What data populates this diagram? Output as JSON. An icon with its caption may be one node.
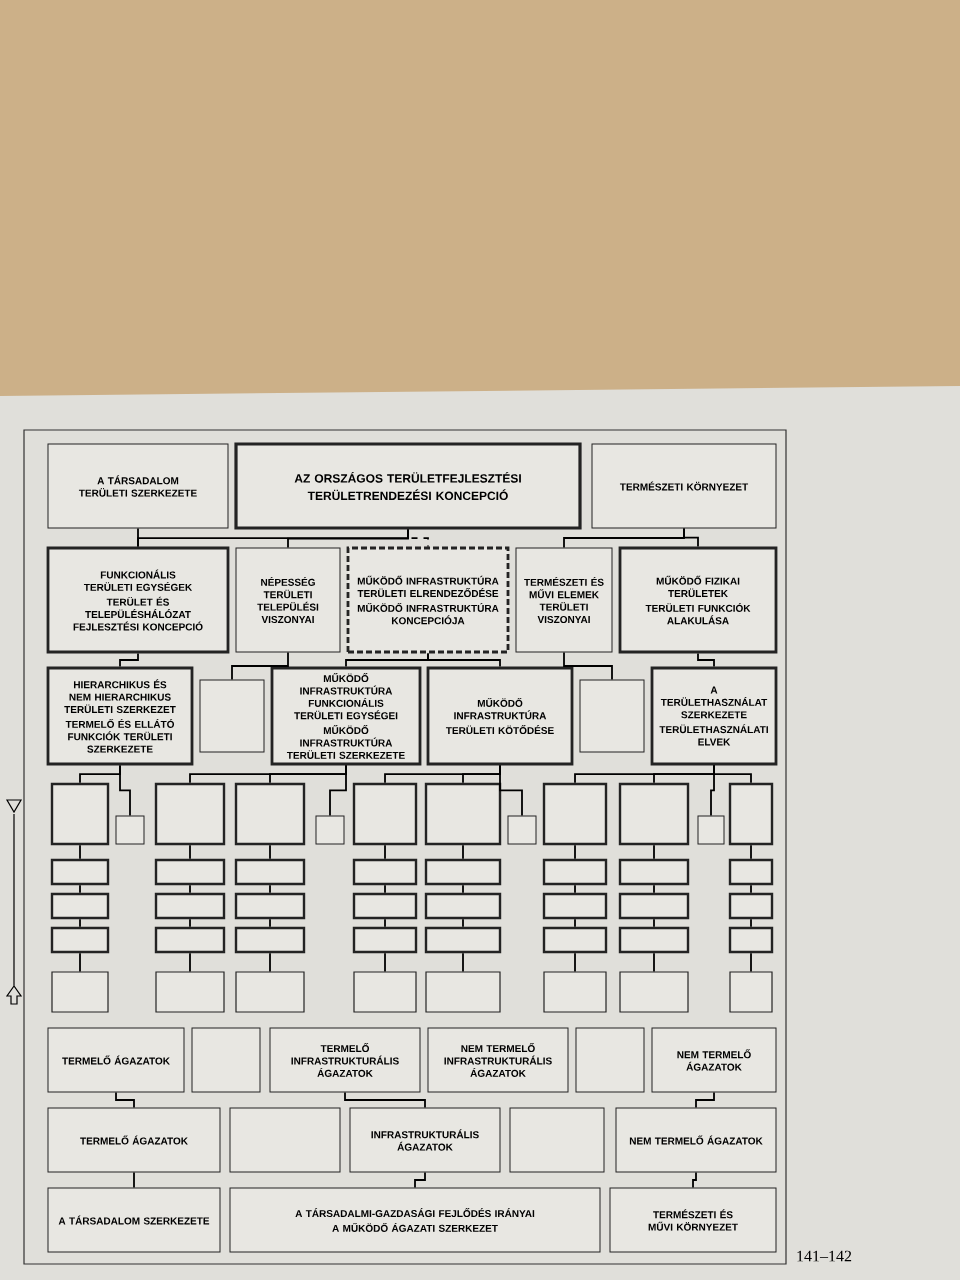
{
  "diagram": {
    "nodes": [
      {
        "text": [
          "A TÁRSADALOM TERÜLETI SZERKEZETE"
        ]
      },
      {
        "text": [
          "AZ ORSZÁGOS TERÜLETFEJLESZTÉSI",
          "TERÜLETRENDEZÉSI KONCEPCIÓ"
        ]
      },
      {
        "text": [
          "TERMÉSZETI KÖRNYEZET"
        ]
      },
      {
        "text": [
          "FUNKCIONÁLIS TERÜLETI EGYSÉGEK",
          "TERÜLET ÉS TELEPÜLÉSHÁLÓZAT FEJLESZTÉSI KONCEPCIÓ"
        ]
      },
      {
        "text": [
          "NÉPESSÉG TERÜLETI TELEPÜLÉSI VISZONYAI"
        ]
      },
      {
        "text": [
          "MŰKÖDŐ INFRASTRUKTÚRA TERÜLETI ELRENDEZŐDÉSE",
          "MŰKÖDŐ INFRASTRUKTÚRA KONCEPCIÓJA"
        ]
      },
      {
        "text": [
          "TERMÉSZETI ÉS MŰVI ELEMEK TERÜLETI VISZONYAI"
        ]
      },
      {
        "text": [
          "MŰKÖDŐ FIZIKAI TERÜLETEK",
          "TERÜLETI FUNKCIÓK ALAKULÁSA"
        ]
      },
      {
        "text": [
          "HIERARCHIKUS ÉS NEM HIERARCHIKUS TERÜLETI SZERKEZET",
          "TERMELŐ ÉS ELLÁTÓ FUNKCIÓK TERÜLETI SZERKEZETE"
        ]
      },
      {
        "text": [],
        "shape": "box"
      },
      {
        "text": [
          "MŰKÖDŐ INFRASTRUKTÚRA FUNKCIONÁLIS TERÜLETI EGYSÉGEI",
          "MŰKÖDŐ INFRASTRUKTÚRA TERÜLETI SZERKEZETE"
        ]
      },
      {
        "text": [
          "MŰKÖDŐ INFRASTRUKTÚRA",
          "TERÜLETI KÖTŐDÉSE"
        ]
      },
      {
        "text": [],
        "shape": "box"
      },
      {
        "text": [
          "A TERÜLETHASZNÁLAT SZERKEZETE",
          "TERÜLETHASZNÁLATI ELVEK"
        ]
      },
      {
        "text": [],
        "shape": "box"
      },
      {
        "text": [],
        "shape": "box"
      },
      {
        "text": [],
        "shape": "box"
      },
      {
        "text": [],
        "shape": "box"
      },
      {
        "text": [],
        "shape": "box"
      },
      {
        "text": [],
        "shape": "box"
      },
      {
        "text": [],
        "shape": "box"
      },
      {
        "text": [],
        "shape": "box"
      },
      {
        "text": [],
        "shape": "box"
      },
      {
        "text": [],
        "shape": "box"
      },
      {
        "text": [],
        "shape": "box"
      },
      {
        "text": [],
        "shape": "box"
      },
      {
        "text": [],
        "shape": "box"
      },
      {
        "text": [],
        "shape": "box"
      },
      {
        "text": [],
        "shape": "box"
      },
      {
        "text": [],
        "shape": "box"
      },
      {
        "text": [],
        "shape": "box"
      },
      {
        "text": [],
        "shape": "box"
      },
      {
        "text": [],
        "shape": "box"
      },
      {
        "text": [],
        "shape": "box"
      },
      {
        "text": [],
        "shape": "box"
      },
      {
        "text": [],
        "shape": "box"
      },
      {
        "text": [],
        "shape": "box"
      },
      {
        "text": [],
        "shape": "box"
      },
      {
        "text": [],
        "shape": "box"
      },
      {
        "text": [],
        "shape": "box"
      },
      {
        "text": [],
        "shape": "box"
      },
      {
        "text": [],
        "shape": "box"
      },
      {
        "text": [],
        "shape": "box"
      },
      {
        "text": [],
        "shape": "box"
      },
      {
        "text": [],
        "shape": "box"
      },
      {
        "text": [],
        "shape": "box"
      },
      {
        "text": [],
        "shape": "box"
      },
      {
        "text": [],
        "shape": "box"
      },
      {
        "text": [],
        "shape": "box"
      },
      {
        "text": [],
        "shape": "box"
      },
      {
        "text": [],
        "shape": "box"
      },
      {
        "text": [],
        "shape": "box"
      },
      {
        "text": [],
        "shape": "box"
      },
      {
        "text": [],
        "shape": "box"
      },
      {
        "text": [],
        "shape": "box"
      },
      {
        "text": [],
        "shape": "box"
      },
      {
        "text": [],
        "shape": "box"
      },
      {
        "text": [],
        "shape": "box"
      },
      {
        "text": [
          "TERMELŐ ÁGAZATOK"
        ]
      },
      {
        "text": [],
        "shape": "box"
      },
      {
        "text": [
          "TERMELŐ INFRASTRUKTURÁLIS ÁGAZATOK"
        ]
      },
      {
        "text": [
          "NEM TERMELŐ INFRASTRUKTURÁLIS ÁGAZATOK"
        ]
      },
      {
        "text": [],
        "shape": "box"
      },
      {
        "text": [
          "NEM TERMELŐ ÁGAZATOK"
        ]
      },
      {
        "text": [
          "TERMELŐ ÁGAZATOK"
        ]
      },
      {
        "text": [],
        "shape": "box"
      },
      {
        "text": [
          "INFRASTRUKTURÁLIS ÁGAZATOK"
        ]
      },
      {
        "text": [],
        "shape": "box"
      },
      {
        "text": [
          "NEM TERMELŐ ÁGAZATOK"
        ]
      },
      {
        "text": [
          "A TÁRSADALOM SZERKEZETE"
        ]
      },
      {
        "text": [
          "A TÁRSADALMI-GAZDASÁGI FEJLŐDÉS IRÁNYAI",
          "A MŰKÖDŐ ÁGAZATI SZERKEZET"
        ]
      },
      {
        "text": [
          "TERMÉSZETI ÉS MŰVI KÖRNYEZET"
        ]
      }
    ],
    "edges": [
      {
        "from": 0,
        "to": 3,
        "arrow": "none"
      },
      {
        "from": 1,
        "to": 3,
        "arrow": "none"
      },
      {
        "from": 1,
        "to": 4,
        "arrow": "none"
      },
      {
        "from": 1,
        "to": 5,
        "arrow": "none",
        "style": "dashed"
      },
      {
        "from": 2,
        "to": 6,
        "arrow": "none"
      },
      {
        "from": 2,
        "to": 7,
        "arrow": "none"
      },
      {
        "from": 3,
        "to": 8,
        "arrow": "none"
      },
      {
        "from": 4,
        "to": 9,
        "arrow": "none"
      },
      {
        "from": 5,
        "to": 10,
        "arrow": "none"
      },
      {
        "from": 5,
        "to": 11,
        "arrow": "none"
      },
      {
        "from": 6,
        "to": 12,
        "arrow": "none"
      },
      {
        "from": 7,
        "to": 13,
        "arrow": "none"
      },
      {
        "from": 8,
        "to": 14,
        "arrow": "none"
      },
      {
        "from": 8,
        "to": 22,
        "arrow": "none"
      },
      {
        "from": 10,
        "to": 15,
        "arrow": "none"
      },
      {
        "from": 10,
        "to": 16,
        "arrow": "none"
      },
      {
        "from": 10,
        "to": 23,
        "arrow": "none"
      },
      {
        "from": 11,
        "to": 17,
        "arrow": "none"
      },
      {
        "from": 11,
        "to": 18,
        "arrow": "none"
      },
      {
        "from": 11,
        "to": 24,
        "arrow": "none"
      },
      {
        "from": 13,
        "to": 19,
        "arrow": "none"
      },
      {
        "from": 13,
        "to": 20,
        "arrow": "none"
      },
      {
        "from": 13,
        "to": 25,
        "arrow": "none"
      },
      {
        "from": 13,
        "to": 21,
        "arrow": "none"
      },
      {
        "from": 14,
        "to": 26,
        "arrow": "none"
      },
      {
        "from": 26,
        "to": 27,
        "arrow": "none"
      },
      {
        "from": 27,
        "to": 28,
        "arrow": "none"
      },
      {
        "from": 28,
        "to": 50,
        "arrow": "none"
      },
      {
        "from": 15,
        "to": 29,
        "arrow": "none"
      },
      {
        "from": 29,
        "to": 30,
        "arrow": "none"
      },
      {
        "from": 30,
        "to": 31,
        "arrow": "none"
      },
      {
        "from": 31,
        "to": 51,
        "arrow": "none"
      },
      {
        "from": 16,
        "to": 32,
        "arrow": "none"
      },
      {
        "from": 32,
        "to": 33,
        "arrow": "none"
      },
      {
        "from": 33,
        "to": 34,
        "arrow": "none"
      },
      {
        "from": 34,
        "to": 52,
        "arrow": "none"
      },
      {
        "from": 17,
        "to": 35,
        "arrow": "none"
      },
      {
        "from": 35,
        "to": 36,
        "arrow": "none"
      },
      {
        "from": 36,
        "to": 37,
        "arrow": "none"
      },
      {
        "from": 37,
        "to": 53,
        "arrow": "none"
      },
      {
        "from": 18,
        "to": 38,
        "arrow": "none"
      },
      {
        "from": 38,
        "to": 39,
        "arrow": "none"
      },
      {
        "from": 39,
        "to": 40,
        "arrow": "none"
      },
      {
        "from": 40,
        "to": 54,
        "arrow": "none"
      },
      {
        "from": 19,
        "to": 41,
        "arrow": "none"
      },
      {
        "from": 41,
        "to": 42,
        "arrow": "none"
      },
      {
        "from": 42,
        "to": 43,
        "arrow": "none"
      },
      {
        "from": 43,
        "to": 55,
        "arrow": "none"
      },
      {
        "from": 20,
        "to": 44,
        "arrow": "none"
      },
      {
        "from": 44,
        "to": 45,
        "arrow": "none"
      },
      {
        "from": 45,
        "to": 46,
        "arrow": "none"
      },
      {
        "from": 46,
        "to": 56,
        "arrow": "none"
      },
      {
        "from": 21,
        "to": 47,
        "arrow": "none"
      },
      {
        "from": 47,
        "to": 48,
        "arrow": "none"
      },
      {
        "from": 48,
        "to": 49,
        "arrow": "none"
      },
      {
        "from": 49,
        "to": 57,
        "arrow": "none"
      },
      {
        "from": 58,
        "to": 64,
        "arrow": "none"
      },
      {
        "from": 64,
        "to": 69,
        "arrow": "none"
      },
      {
        "from": 60,
        "to": 66,
        "arrow": "none"
      },
      {
        "from": 66,
        "to": 70,
        "arrow": "none"
      },
      {
        "from": 63,
        "to": 68,
        "arrow": "none"
      },
      {
        "from": 68,
        "to": 71,
        "arrow": "none"
      }
    ],
    "labels": [
      "141–142"
    ]
  }
}
